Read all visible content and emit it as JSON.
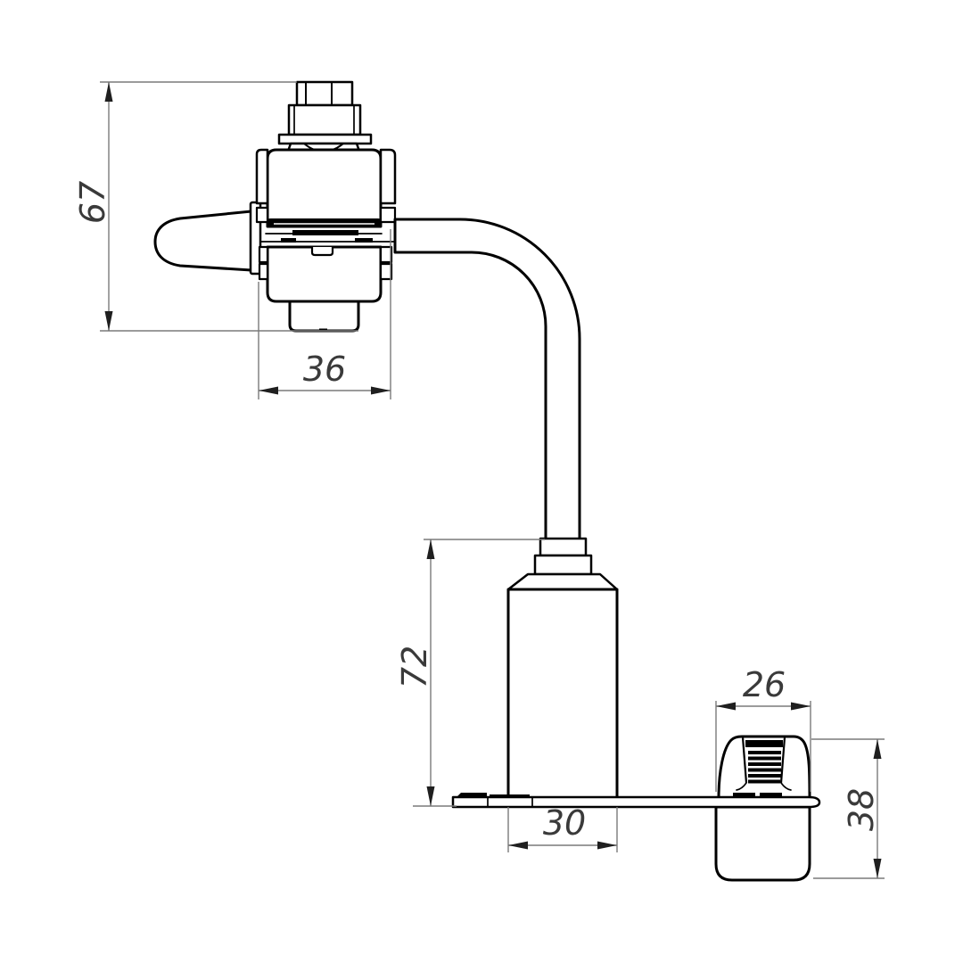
{
  "drawing": {
    "background_color": "#ffffff",
    "outline_color": "#000000",
    "dimension_line_color": "#7a7a7a",
    "dimension_text_color": "#3a3a3a",
    "dimensions": {
      "clamp_height": "67",
      "clamp_width": "36",
      "body_height": "72",
      "body_width": "30",
      "cap_width": "26",
      "cap_height": "38"
    }
  }
}
